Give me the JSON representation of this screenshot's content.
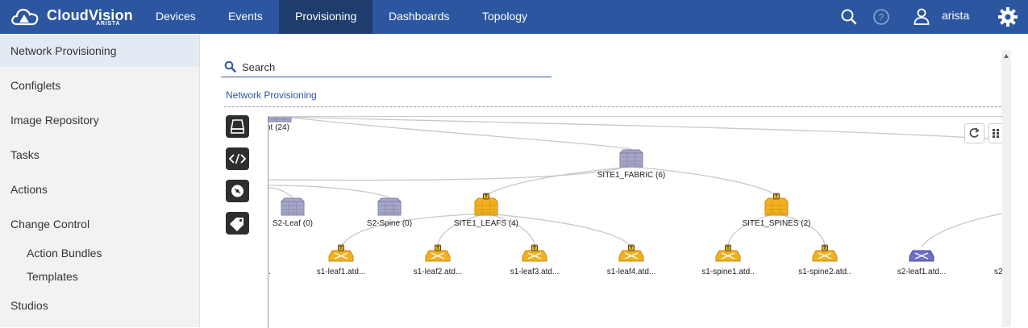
{
  "brand": {
    "name": "CloudVision",
    "sub": "ARISTA"
  },
  "nav": {
    "items": [
      {
        "label": "Devices",
        "active": false
      },
      {
        "label": "Events",
        "active": false
      },
      {
        "label": "Provisioning",
        "active": true
      },
      {
        "label": "Dashboards",
        "active": false
      },
      {
        "label": "Topology",
        "active": false
      }
    ]
  },
  "user": {
    "name": "arista"
  },
  "icons": {
    "search": "search-icon",
    "help": "help-icon",
    "user": "user-icon",
    "settings": "gear-icon"
  },
  "sidebar": {
    "items": [
      {
        "label": "Network Provisioning"
      },
      {
        "label": "Configlets"
      },
      {
        "label": "Image Repository"
      },
      {
        "label": "Tasks"
      },
      {
        "label": "Actions"
      },
      {
        "label": "Change Control"
      },
      {
        "label": "Action Bundles"
      },
      {
        "label": "Templates"
      },
      {
        "label": "Studios"
      }
    ]
  },
  "search": {
    "placeholder": "Search"
  },
  "breadcrumb": {
    "label": "Network Provisioning"
  },
  "topology": {
    "containers": [
      {
        "label": "nt (24)"
      },
      {
        "label": "SITE1_FABRIC (6)"
      },
      {
        "label": "S2-Leaf (0)"
      },
      {
        "label": "S2-Spine (0)"
      },
      {
        "label": "SITE1_LEAFS (4)"
      },
      {
        "label": "SITE1_SPINES (2)"
      }
    ],
    "devices": [
      {
        "label": "."
      },
      {
        "label": "s1-leaf1.atd..."
      },
      {
        "label": "s1-leaf2.atd..."
      },
      {
        "label": "s1-leaf3.atd..."
      },
      {
        "label": "s1-leaf4.atd..."
      },
      {
        "label": "s1-spine1.atd.."
      },
      {
        "label": "s1-spine2.atd.."
      },
      {
        "label": "s2-leaf1.atd..."
      },
      {
        "label": "s2"
      }
    ]
  },
  "colors": {
    "topbar": "#2c56a0",
    "active_nav": "#1e3d6e",
    "task_pending": "#f2b020",
    "container": "#a7a7c8"
  }
}
